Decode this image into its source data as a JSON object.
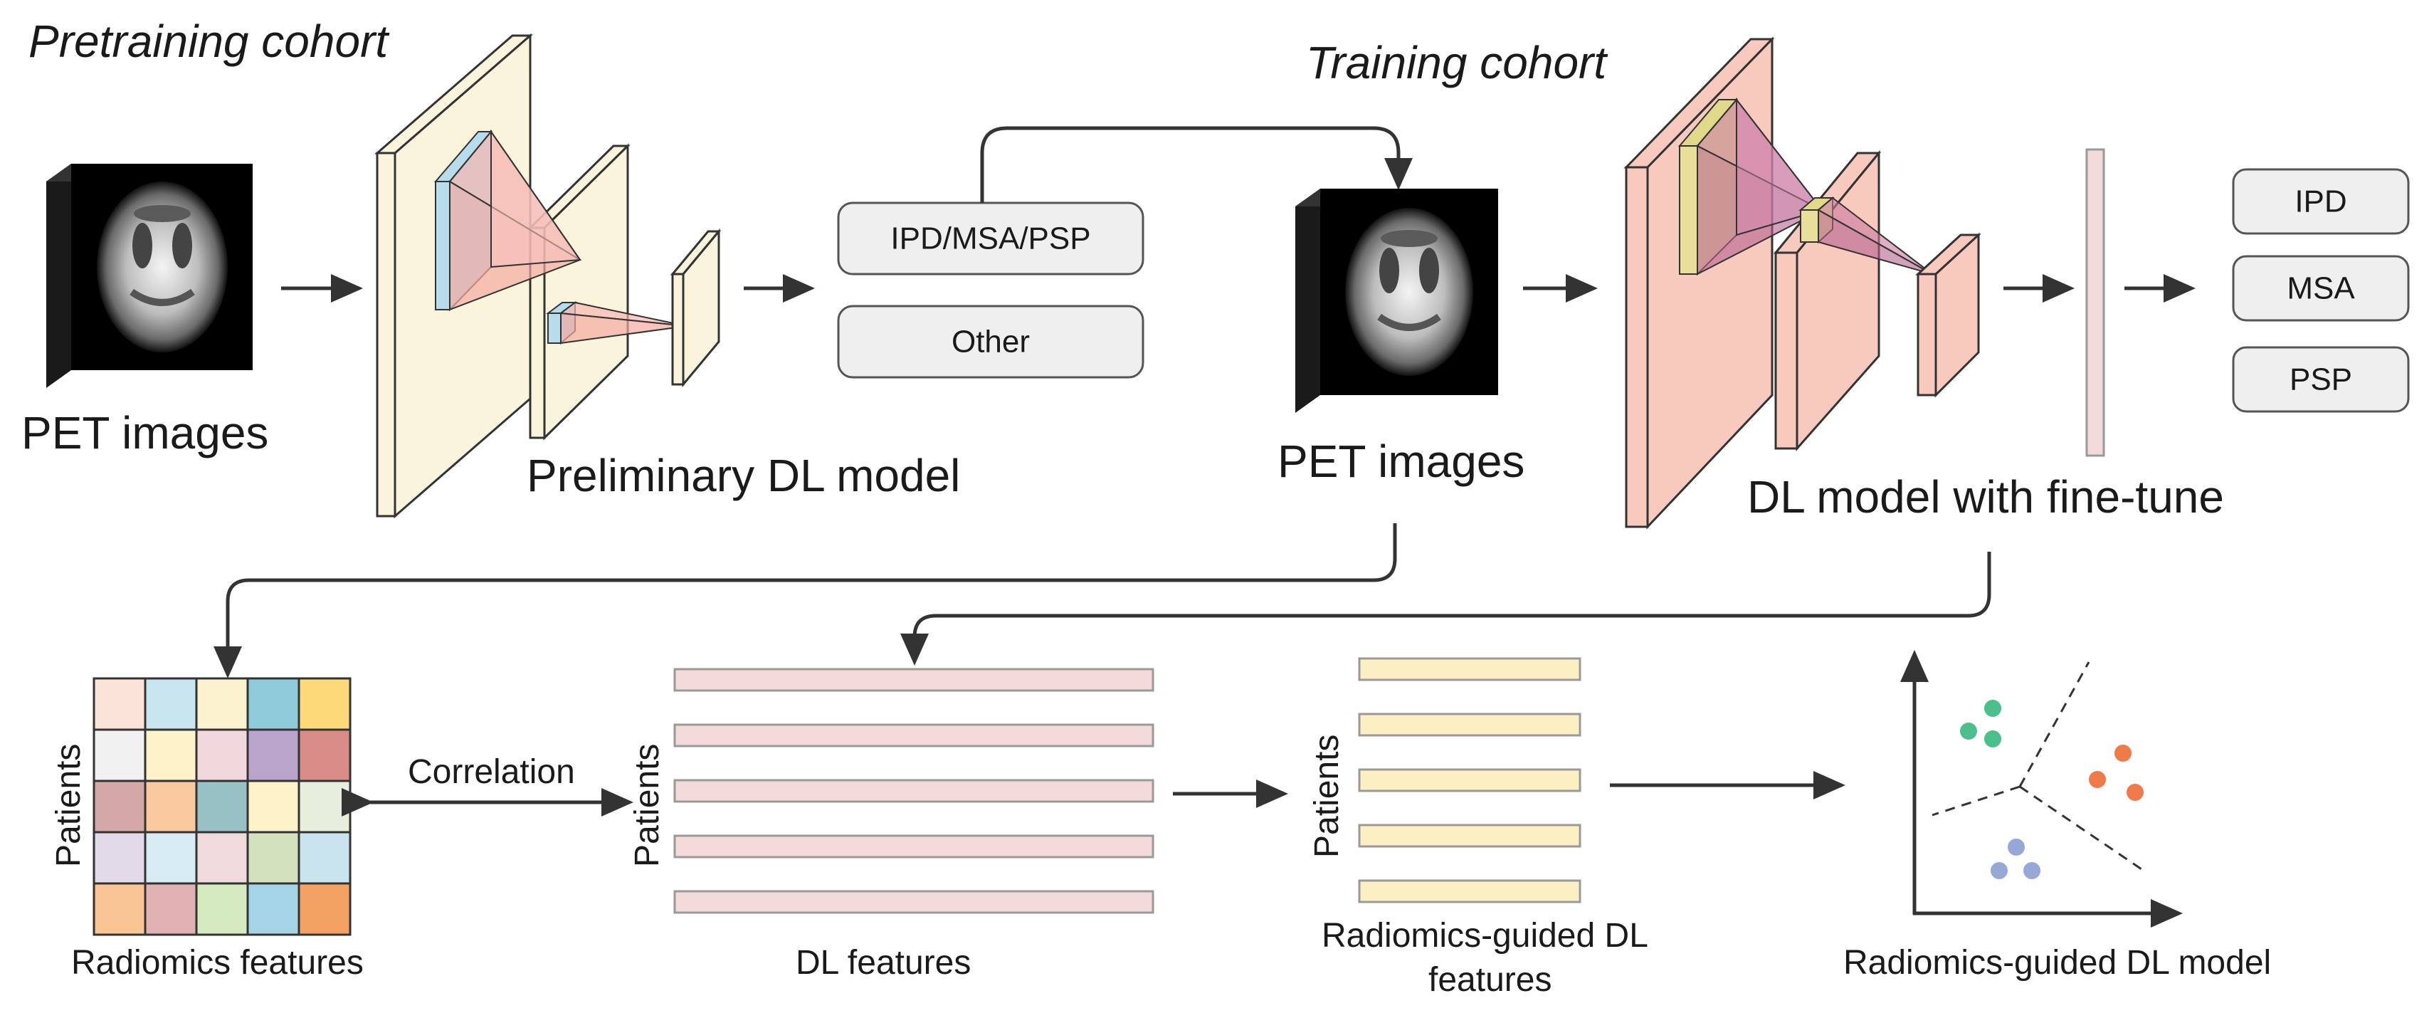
{
  "top": {
    "pretraining_label": "Pretraining cohort",
    "training_label": "Training cohort",
    "pet_images_left": "PET images",
    "pet_images_right": "PET images",
    "preliminary_model_label": "Preliminary DL model",
    "finetune_model_label": "DL model with fine-tune",
    "pretrain_outputs": [
      "IPD/MSA/PSP",
      "Other"
    ],
    "finetune_outputs": [
      "IPD",
      "MSA",
      "PSP"
    ]
  },
  "bottom": {
    "radiomics_label": "Radiomics features",
    "patients_label_1": "Patients",
    "patients_label_2": "Patients",
    "patients_label_3": "Patients",
    "correlation_label": "Correlation",
    "dl_features_label": "DL features",
    "guided_features_label_line1": "Radiomics-guided DL",
    "guided_features_label_line2": "features",
    "guided_model_label": "Radiomics-guided DL model"
  },
  "colors": {
    "pretrain_layer": "#fbf4dc",
    "finetune_layer": "#f8c9bd",
    "dl_feature_bar": "#f2dada",
    "guided_bar": "#fdefc4",
    "cluster_green": "#4bbf8b",
    "cluster_orange": "#f07b4a",
    "cluster_blue": "#95a8d6",
    "heatmap": [
      [
        "#fbe3da",
        "#c9e6f0",
        "#fdf2d0",
        "#8fcbda",
        "#fdd97a"
      ],
      [
        "#f1f1f1",
        "#fdf2c8",
        "#f1d8dc",
        "#b9a4cc",
        "#d98c88"
      ],
      [
        "#d4a8a6",
        "#f9c89e",
        "#98c1c6",
        "#fdf2c8",
        "#e7eedb"
      ],
      [
        "#e2dae9",
        "#d6ecf2",
        "#f1dadc",
        "#d3e1bf",
        "#c9e4ee"
      ],
      [
        "#f9c594",
        "#e2b2b2",
        "#d5ebbf",
        "#a5d4e6",
        "#f3a264"
      ]
    ]
  }
}
